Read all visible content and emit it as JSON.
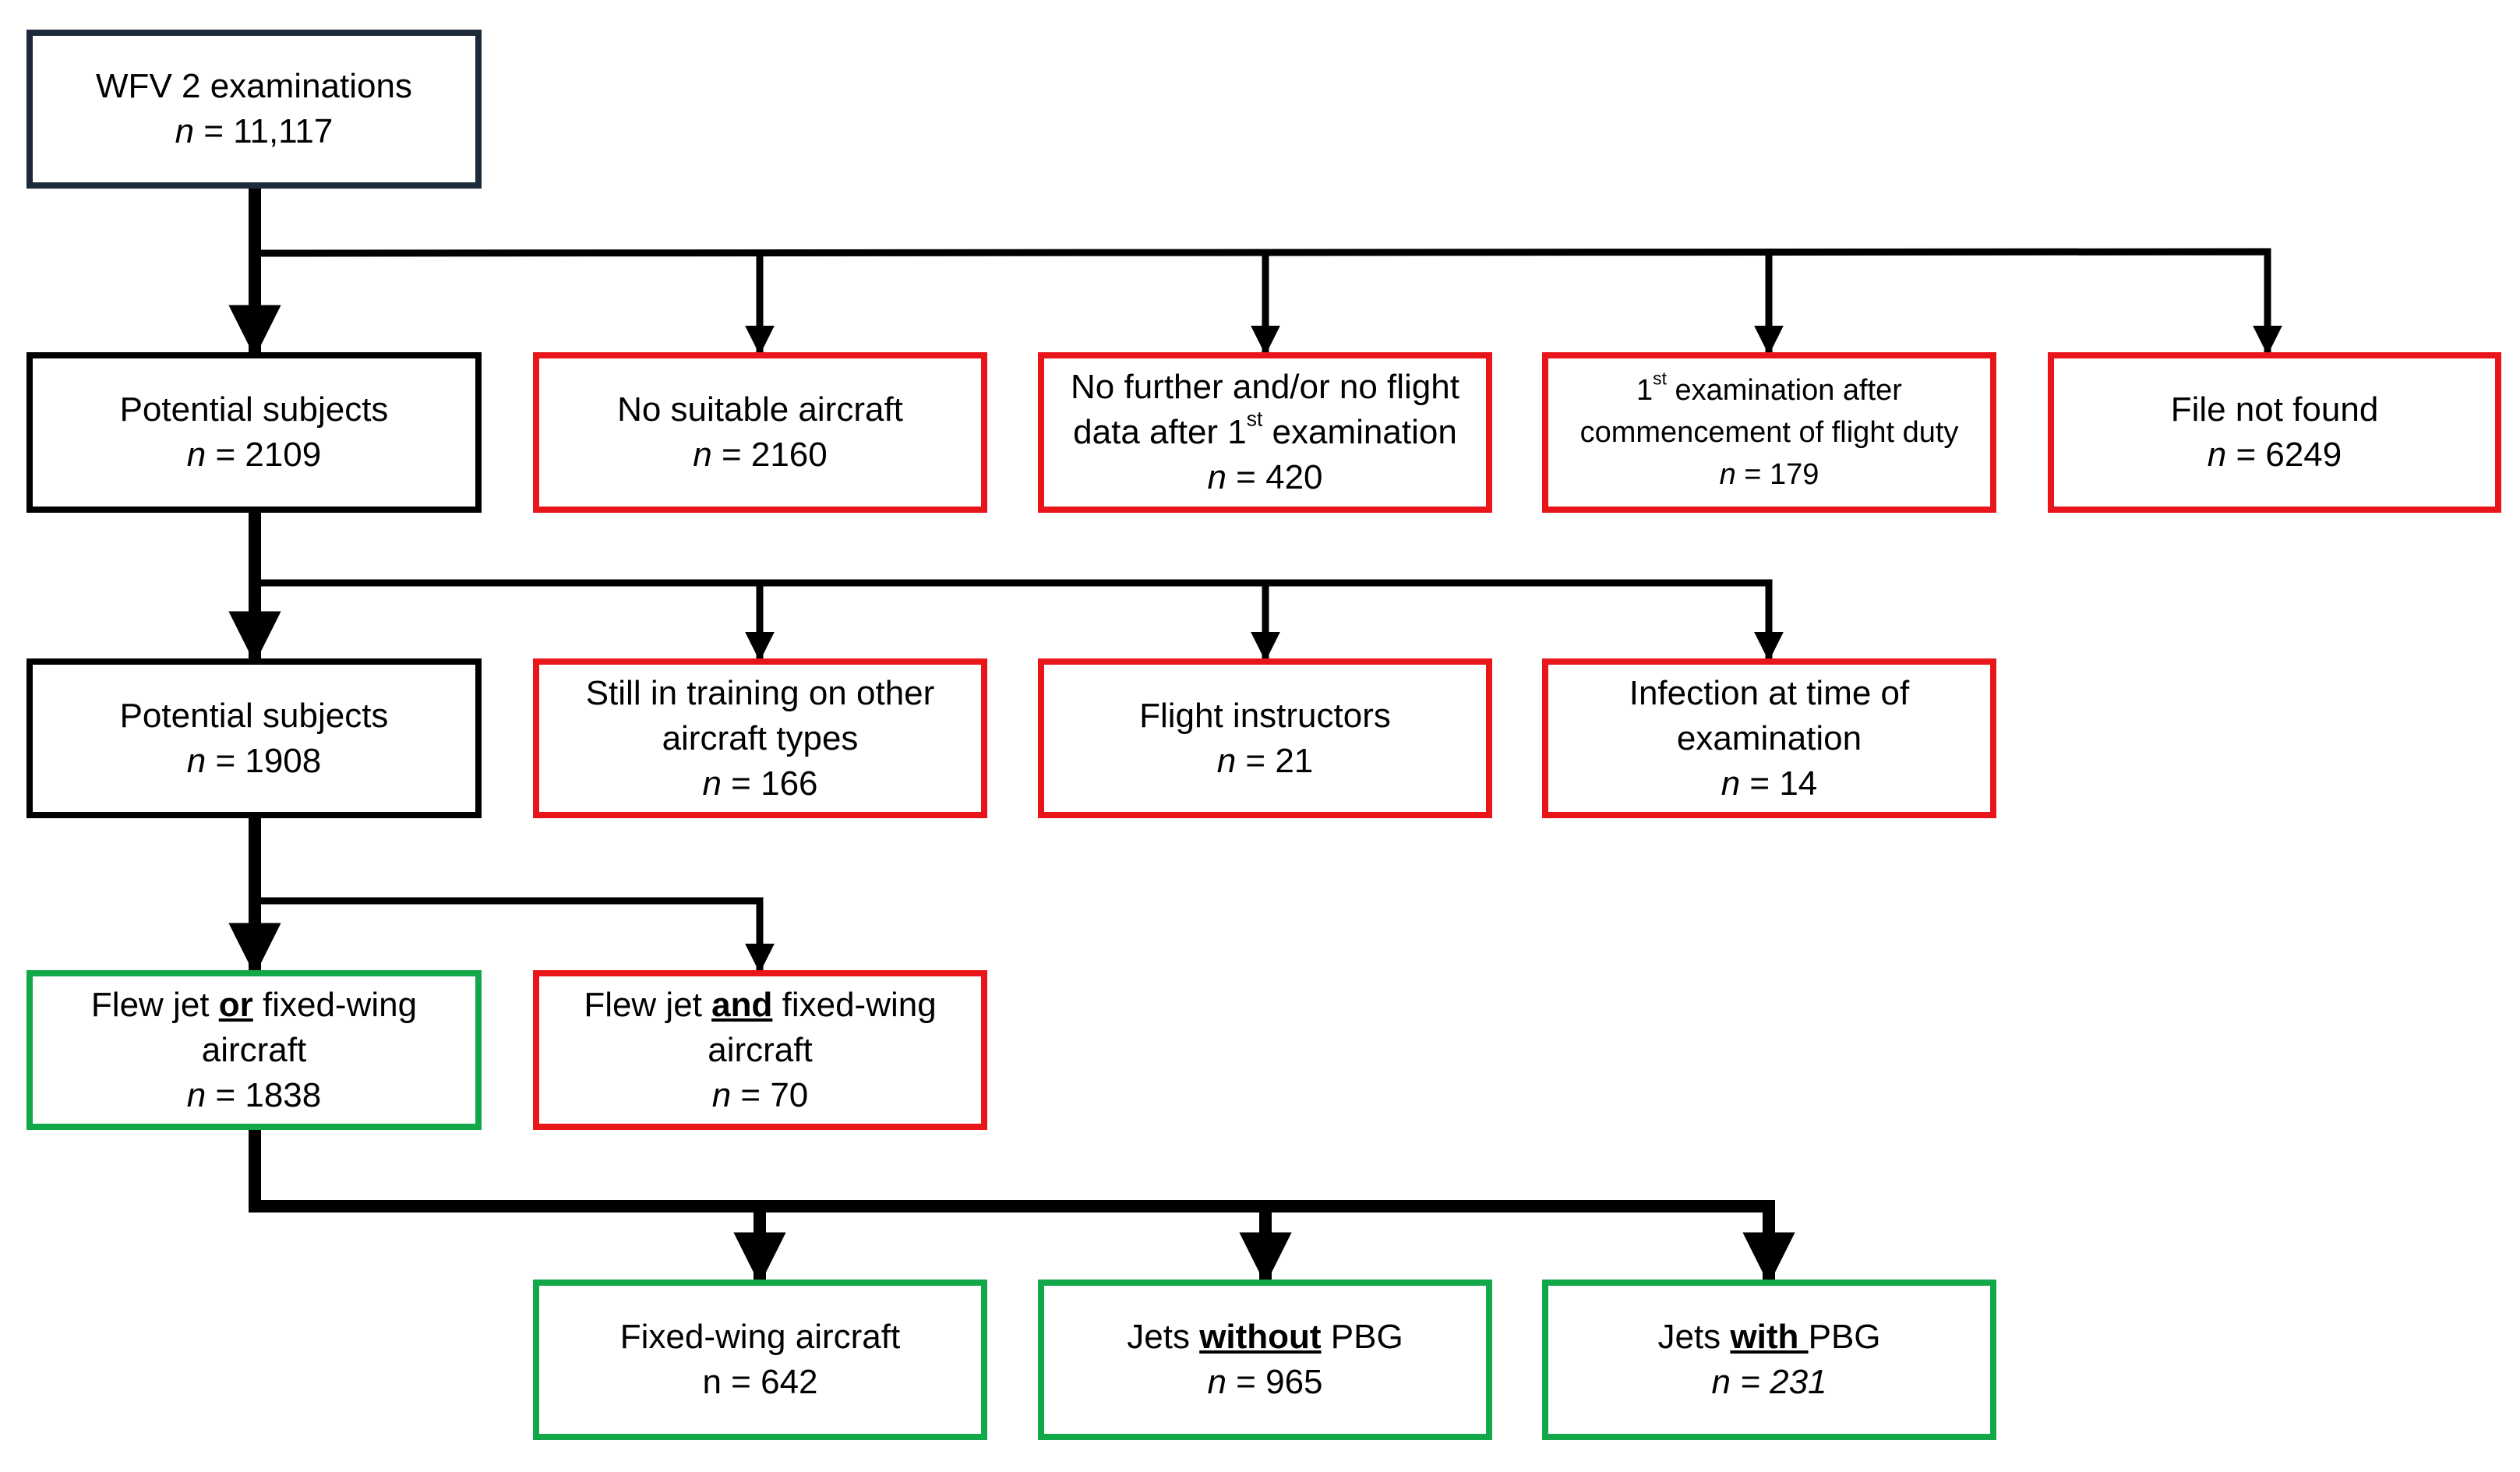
{
  "colors": {
    "start": "#1c2a3a",
    "included": "#000000",
    "excluded": "#e8161b",
    "final": "#12a84a"
  },
  "boxes": {
    "wfv": {
      "title": "WFV 2 examinations",
      "n_label": "n",
      "n_eq": " = 11,117"
    },
    "potential_1": {
      "title": "Potential subjects",
      "n_label": "n",
      "n_eq": " = 2109"
    },
    "no_aircraft": {
      "title": "No suitable aircraft",
      "n_label": "n",
      "n_eq": " = 2160"
    },
    "no_flight_data": {
      "line1": "No further and/or no flight",
      "line2_pre": "data after 1",
      "line2_sup": "st",
      "line2_post": "examination",
      "n_label": "n",
      "n_eq": " = 420"
    },
    "first_exam": {
      "line1_pre": "1",
      "line1_sup": "st",
      "line1_post": " examination after",
      "line2": "commencement of flight duty",
      "n_label": "n",
      "n_eq": " = 179"
    },
    "file_not_found": {
      "title": "File not found",
      "n_label": "n",
      "n_eq": " = 6249"
    },
    "potential_2": {
      "title": "Potential subjects",
      "n_label": "n",
      "n_eq": " = 1908"
    },
    "still_training": {
      "line1": "Still in training on other",
      "line2": "aircraft types",
      "n_label": "n",
      "n_eq": " = 166"
    },
    "instructors": {
      "title": "Flight instructors",
      "n_label": "n",
      "n_eq": " = 21"
    },
    "infection": {
      "line1": "Infection at time of",
      "line2": "examination",
      "n_label": "n",
      "n_eq": " = 14"
    },
    "flew_or": {
      "pre": "Flew jet ",
      "emph": "or",
      "post": " fixed-wing",
      "line2": "aircraft",
      "n_label": "n",
      "n_eq": " = 1838"
    },
    "flew_and": {
      "pre": "Flew jet ",
      "emph": "and",
      "post": " fixed-wing",
      "line2": "aircraft",
      "n_label": "n",
      "n_eq": " = 70"
    },
    "fixed_wing": {
      "title": "Fixed-wing aircraft",
      "n_text": "n = 642"
    },
    "jets_without": {
      "pre": "Jets ",
      "emph": "without",
      "post": " PBG",
      "n_label": "n",
      "n_eq": " = 965"
    },
    "jets_with": {
      "pre": "Jets ",
      "emph": "with ",
      "post": "PBG",
      "n_label": "n",
      "n_eq": " = 231"
    }
  }
}
